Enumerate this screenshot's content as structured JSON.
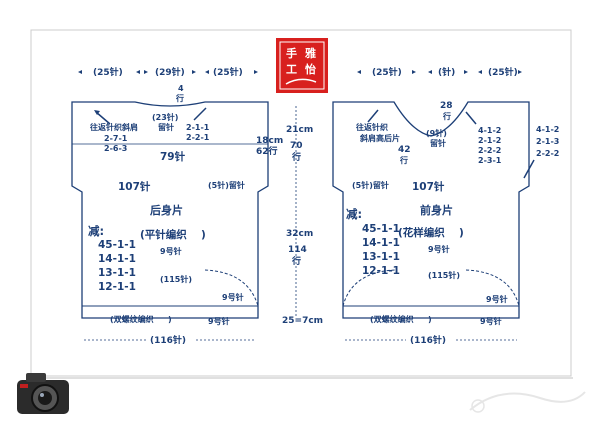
{
  "colors": {
    "ink": "#1d3f77",
    "outline": "#1d3f77",
    "stamp_red": "#d8201e",
    "frame_gray": "#c8c8c8"
  },
  "stamp": {
    "chars": [
      "手",
      "雅",
      "工",
      "怡"
    ]
  },
  "back": {
    "top_dims": [
      "(25针)",
      "(29针)",
      "(25针)"
    ],
    "neck_drop": "4",
    "neck_drop_unit": "行",
    "neck_stitches": "(23针)",
    "neck_bind": "留针",
    "shoulder_note": [
      "往返针织斜肩",
      "2-7-1",
      "2-6-3"
    ],
    "neck_dec": [
      "2-1-1",
      "2-2-1"
    ],
    "armhole_top_width": "79针",
    "armhole_height": "18cm",
    "armhole_rows": "62行",
    "chest_width": "107针",
    "underarm_bind": "(5针)留针",
    "piece_name": "后身片",
    "dec_title": "减:",
    "pattern_name": "(平针编织",
    "pattern_close": ")",
    "needle_main": "9号针",
    "decreases": [
      "45-1-1",
      "14-1-1",
      "13-1-1",
      "12-1-1"
    ],
    "waist_width": "(115针)",
    "needle_hem_a": "9号针",
    "rib_label": "(双螺纹编织",
    "rib_close": ")",
    "needle_hem_b": "9号针",
    "bottom_width": "(116针)"
  },
  "middle": {
    "upper_cm": "21cm",
    "upper_rows": "70",
    "upper_rows_unit": "行",
    "lower_cm": "32cm",
    "lower_rows": "114",
    "lower_rows_unit": "行",
    "hem_cm": "25=7cm"
  },
  "front": {
    "top_dims": [
      "(25针)",
      "(针)",
      "(25针)"
    ],
    "neck_drop": "28",
    "neck_drop_unit": "行",
    "neck_stitches": "(9针)",
    "neck_bind": "留针",
    "neck_depth": "42",
    "neck_depth_unit": "行",
    "shoulder_note": [
      "往返针织",
      "斜肩高后片"
    ],
    "neck_dec": [
      "4-1-2",
      "2-1-2",
      "2-2-2",
      "2-3-1"
    ],
    "shoulder_dec": [
      "4-1-2",
      "2-1-3",
      "2-2-2"
    ],
    "underarm_bind": "(5针)留针",
    "chest_width": "107针",
    "piece_name": "前身片",
    "dec_title": "减:",
    "pattern_name": "(花样编织",
    "pattern_close": ")",
    "needle_main": "9号针",
    "decreases": [
      "45-1-1",
      "14-1-1",
      "13-1-1",
      "12-1-1"
    ],
    "waist_width": "(115针)",
    "needle_hem_a": "9号针",
    "rib_label": "(双螺纹编织",
    "rib_close": ")",
    "needle_hem_b": "9号针",
    "bottom_width": "(116针)"
  }
}
